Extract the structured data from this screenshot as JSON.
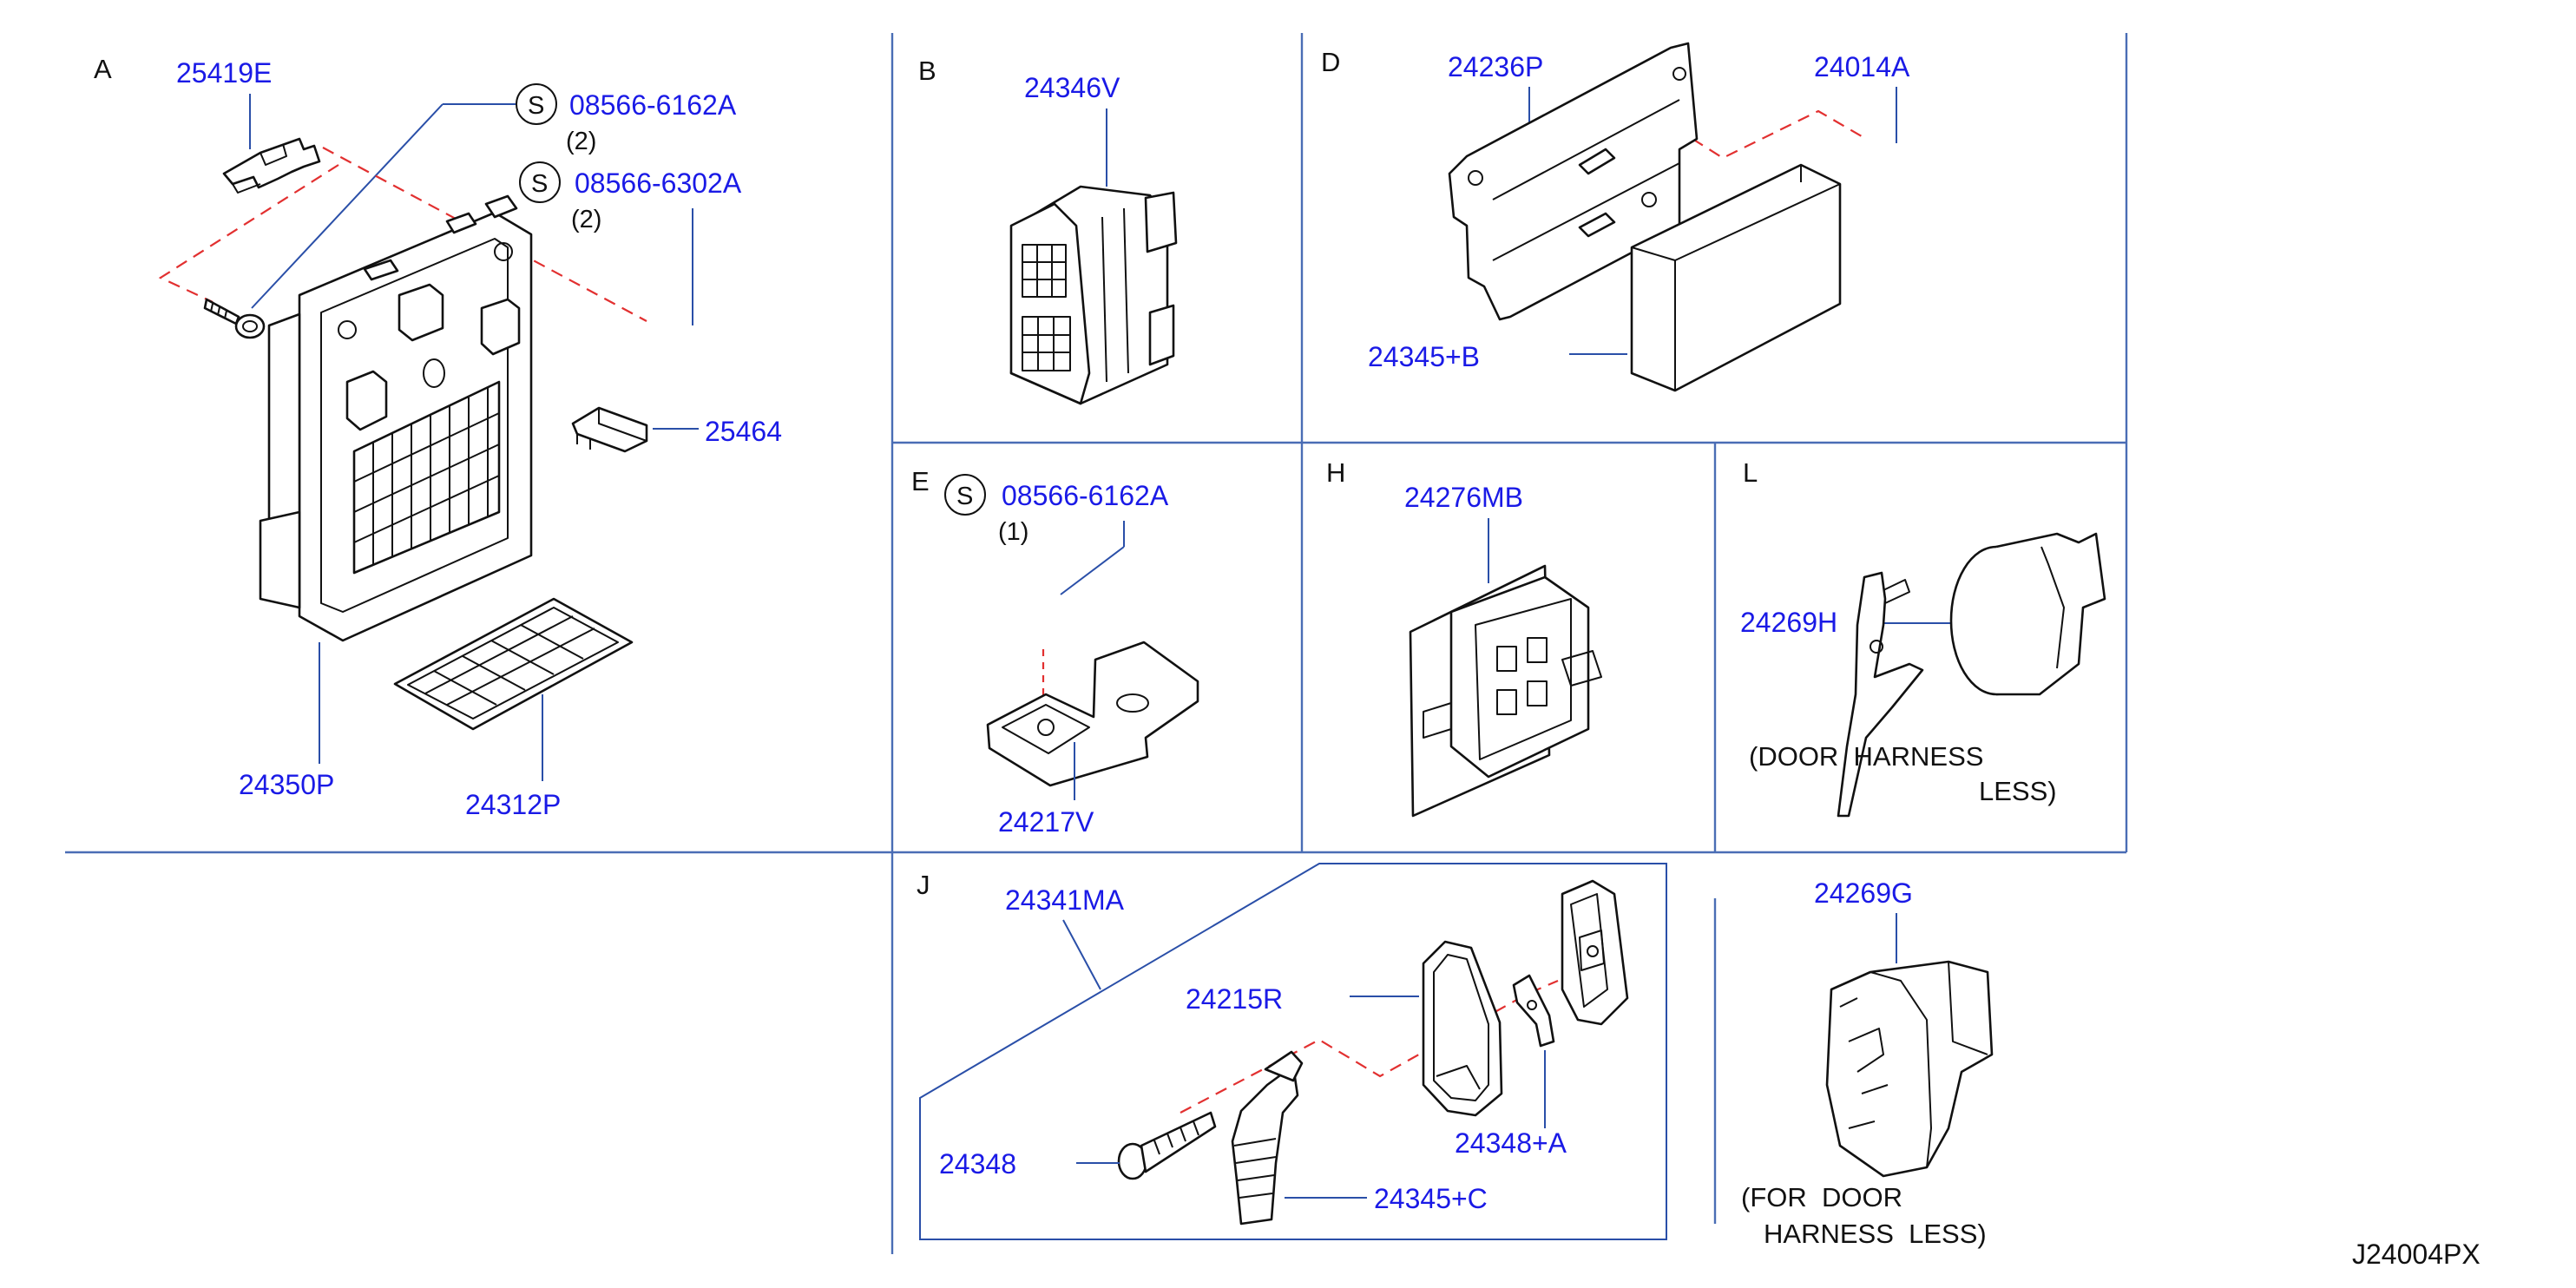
{
  "diagram_code": "J24004PX",
  "sections": {
    "A": {
      "letter": "A",
      "parts": {
        "p25419E": "25419E",
        "s1": "08566-6162A",
        "s1_qty": "(2)",
        "s2": "08566-6302A",
        "s2_qty": "(2)",
        "p25464": "25464",
        "p24350P": "24350P",
        "p24312P": "24312P"
      }
    },
    "B": {
      "letter": "B",
      "parts": {
        "p24346V": "24346V"
      }
    },
    "D": {
      "letter": "D",
      "parts": {
        "p24236P": "24236P",
        "p24014A": "24014A",
        "p24345B": "24345+B"
      }
    },
    "E": {
      "letter": "E",
      "parts": {
        "s1": "08566-6162A",
        "s1_qty": "(1)",
        "p24217V": "24217V"
      }
    },
    "H": {
      "letter": "H",
      "parts": {
        "p24276MB": "24276MB"
      }
    },
    "L": {
      "letter": "L",
      "parts": {
        "p24269H": "24269H"
      },
      "note_line1": "(DOOR  HARNESS",
      "note_line2": "LESS)"
    },
    "J": {
      "letter": "J",
      "parts": {
        "p24341MA": "24341MA",
        "p24215R": "24215R",
        "p24348": "24348",
        "p24348A": "24348+A",
        "p24345C": "24345+C",
        "p24269G": "24269G"
      },
      "note_line1": "(FOR  DOOR",
      "note_line2": "HARNESS  LESS)"
    }
  },
  "symbols": {
    "screw_marker": "S"
  }
}
